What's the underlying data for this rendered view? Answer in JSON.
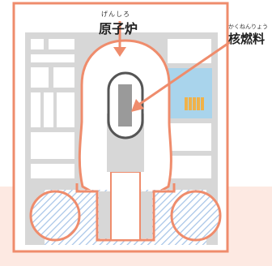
{
  "labels": {
    "reactor": {
      "text": "原子炉",
      "reading": "げんしろ"
    },
    "fuel": {
      "text": "核燃料",
      "reading": "かくねんりょう"
    }
  },
  "colors": {
    "outline": "#ef8c6c",
    "structure": "#d7d7d7",
    "water_band": "#fde9e2",
    "hatch": "#a8c5e8",
    "pool": "#a9d4ec",
    "fuel_rack": "#f0b24a",
    "fuel_rod": "#9a9a9a"
  }
}
